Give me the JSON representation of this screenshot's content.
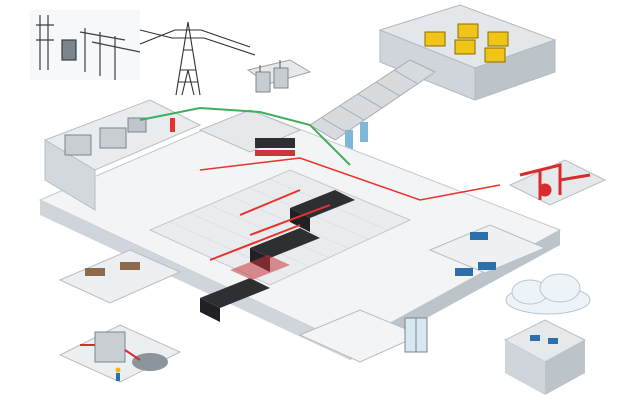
{
  "scene": {
    "colors": {
      "wall": "#dfe3e6",
      "wall_dark": "#b9c0c6",
      "floor": "#f3f4f5",
      "grid_floor": "#e9ecee",
      "accent_red": "#e8322d",
      "accent_green": "#3fae5a",
      "rack": "#2d2f33",
      "rack_red": "#c9373c",
      "generator": "#f0c419",
      "fire_system": "#d92b2b",
      "cloud": "#eef3f8",
      "monitor": "#2d6fa8",
      "glass": "#d8e8f0"
    },
    "regions": [
      {
        "id": "substation",
        "icon": "power-substation-icon"
      },
      {
        "id": "transmission-tower",
        "icon": "power-tower-icon"
      },
      {
        "id": "transformer",
        "icon": "transformer-icon"
      },
      {
        "id": "generator-room",
        "icon": "generator-icon"
      },
      {
        "id": "electrical-room",
        "icon": "switchgear-icon"
      },
      {
        "id": "ups-room",
        "icon": "battery-icon"
      },
      {
        "id": "server-hall",
        "icon": "server-rack-icon"
      },
      {
        "id": "cooling-corridor",
        "icon": "cooling-icon"
      },
      {
        "id": "fire-suppression",
        "icon": "fire-extinguisher-icon"
      },
      {
        "id": "chiller-plant",
        "icon": "chiller-icon"
      },
      {
        "id": "noc-room",
        "icon": "monitor-icon"
      },
      {
        "id": "offices",
        "icon": "desk-icon"
      },
      {
        "id": "lobby",
        "icon": "door-icon"
      },
      {
        "id": "remote-cloud-noc",
        "icon": "cloud-icon"
      }
    ]
  }
}
